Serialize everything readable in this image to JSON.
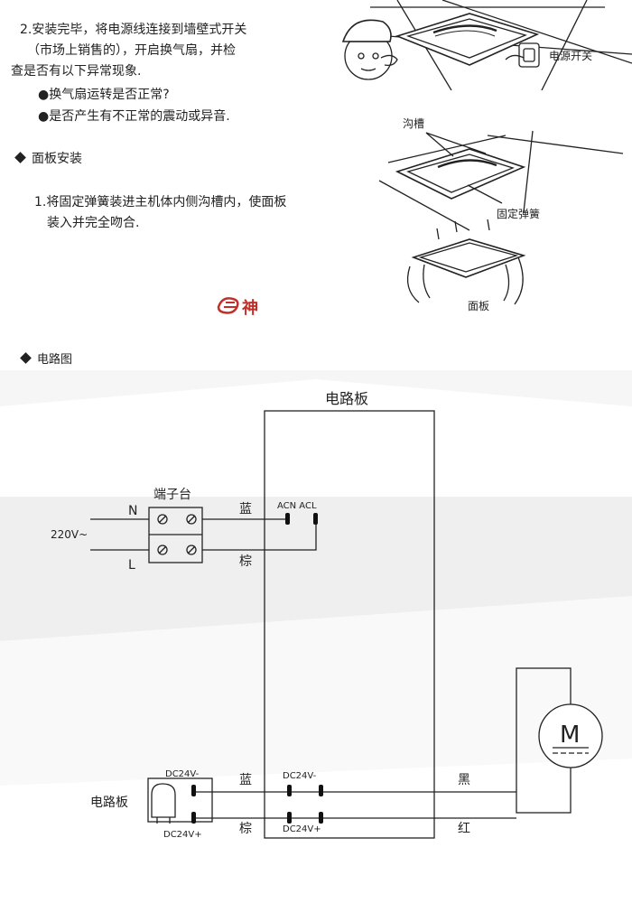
{
  "top": {
    "step2": {
      "line1": "2.安装完毕，将电源线连接到墙壁式开关",
      "line2": "（市场上销售的），开启换气扇，并检",
      "line3": "查是否有以下异常现象.",
      "bullet1": "●换气扇运转是否正常?",
      "bullet2": "●是否产生有不正常的震动或异音."
    },
    "panel_section": {
      "heading": "面板安装",
      "line1": "1.将固定弹簧装进主机体内侧沟槽内，使面板",
      "line2": "装入并完全吻合."
    },
    "logo_text": "神",
    "illustration1": {
      "switch_label": "电源开关"
    },
    "illustration2": {
      "groove_label": "沟槽",
      "spring_label": "固定弹簧",
      "panel_label": "面板"
    }
  },
  "circuit": {
    "heading": "电路图",
    "board_title": "电路板",
    "terminal_block": "端子台",
    "n_label": "N",
    "l_label": "L",
    "voltage": "220V~",
    "blue_top": "蓝",
    "brown_top": "棕",
    "acn_acl": "ACN ACL",
    "dc_minus_outer": "DC24V-",
    "dc_plus_outer": "DC24V+",
    "dc_minus_inner": "DC24V-",
    "dc_plus_inner": "DC24V+",
    "left_board": "电路板",
    "blue_bottom": "蓝",
    "brown_bottom": "棕",
    "black": "黑",
    "red": "红",
    "motor": "M"
  }
}
